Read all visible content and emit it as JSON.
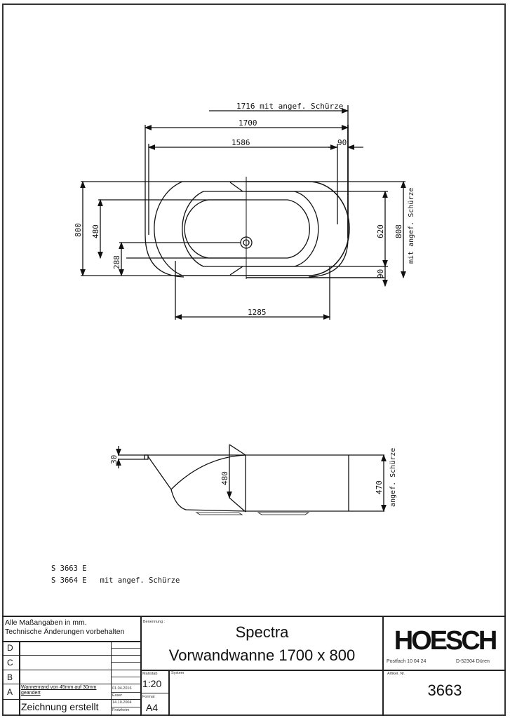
{
  "drawing": {
    "top_view": {
      "dimensions": {
        "overall_length_with_apron": "1716 mit angef. Schürze",
        "overall_length": "1700",
        "inner_length": "1586",
        "rim_right": "90",
        "width": "800",
        "inner_width": "480",
        "drain_offset": "288",
        "inner_width_right": "620",
        "rim_bottom": "90",
        "width_with_apron": "808",
        "width_with_apron_label": "mit angef. Schürze",
        "drain_to_end": "1285"
      }
    },
    "side_view": {
      "dimensions": {
        "rim_height": "30",
        "depth": "480",
        "apron_height": "470",
        "apron_label": "angef. Schürze"
      }
    },
    "variants": [
      "S 3663 E",
      "S 3664 E   mit angef. Schürze"
    ]
  },
  "title_block": {
    "notes_line1": "Alle Maßangaben in mm.",
    "notes_line2": "Technische Änderungen vorbehalten",
    "revisions": [
      {
        "letter": "D",
        "text": "",
        "date": ""
      },
      {
        "letter": "C",
        "text": "",
        "date": ""
      },
      {
        "letter": "B",
        "text": "",
        "date": ""
      },
      {
        "letter": "A",
        "text": "Wannenrand von 45mm auf 30mm geändert",
        "date": "01.04.2016",
        "author": "Esser"
      }
    ],
    "created_text": "Zeichnung erstellt",
    "created_date": "14.10.2004",
    "created_author": "Frotzheim",
    "benennung_label": "Benennung :",
    "product_name": "Spectra",
    "product_desc": "Vorwandwanne 1700 x 800",
    "scale_label": "Maßstab",
    "scale_value": "1:20",
    "format_label": "Format",
    "format_value": "A4",
    "system_label": "System",
    "company": "HOESCH",
    "address_left": "Postfach 10 04 24",
    "address_right": "D-52304 Düren",
    "article_label": "Artikel. Nr.",
    "article_number": "3663"
  }
}
